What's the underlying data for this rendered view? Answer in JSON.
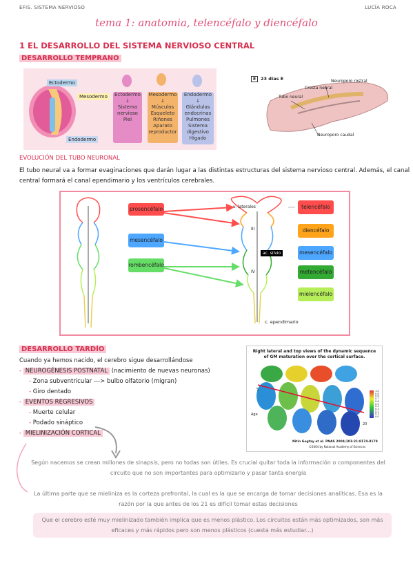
{
  "header": {
    "left": "EFIS. SISTEMA NERVIOSO",
    "right": "LUCÍA ROCA"
  },
  "title": "tema 1: anatomia, telencéfalo y diencéfalo",
  "section1": {
    "heading": "1 EL DESARROLLO DEL SISTEMA NERVIOSO CENTRAL",
    "subheading": "DESARROLLO TEMPRANO"
  },
  "embryo": {
    "labels": {
      "ectodermo": "Ectodermo",
      "mesodermo": "Mesodermo",
      "endodermo": "Endodermo"
    },
    "columns": [
      {
        "title": "Ectodermo",
        "arrow": "↓",
        "items": [
          "Sistema",
          "nervioso",
          "Piel"
        ],
        "color": "#e58bc5"
      },
      {
        "title": "Mesodermo",
        "arrow": "↓",
        "items": [
          "Músculos",
          "Esqueleto",
          "Riñones",
          "Aparato",
          "reproductor"
        ],
        "color": "#f4b36b"
      },
      {
        "title": "Endodermo",
        "arrow": "↓",
        "items": [
          "Glándulas",
          "endocrinas",
          "Pulmones",
          "Sistema",
          "digestivo",
          "Hígado"
        ],
        "color": "#b9c2e8"
      }
    ]
  },
  "tube_fig": {
    "label_e": "E",
    "days": "23 días E",
    "neuroporo_rostral": "Neuroporo rostral",
    "cresta_neural": "Cresta neural",
    "tubo_neural": "Tubo neural",
    "neuroporo_caudal": "Neuroporo caudal"
  },
  "evolution": {
    "heading": "EVOLUCIÓN DEL TUBO NEURONAL",
    "line1": "El tubo neural va a formar evaginaciones que darán lugar a las distintas estructuras del sistema nervioso central. Además, el canal",
    "line2": "central formará el canal ependimario y los ventrículos cerebrales."
  },
  "diagram": {
    "left_boxes": [
      {
        "label": "prosencéfalo",
        "color": "#ff4d4d"
      },
      {
        "label": "mesencéfalo",
        "color": "#4da6ff"
      },
      {
        "label": "rombencéfalo",
        "color": "#66dd66"
      }
    ],
    "right_boxes": [
      {
        "label": "telencéfalo",
        "color": "#ff4d4d"
      },
      {
        "label": "diencéfalo",
        "color": "#ffa31a"
      },
      {
        "label": "mesencéfalo",
        "color": "#4da6ff"
      },
      {
        "label": "metencéfalo",
        "color": "#33aa33"
      },
      {
        "label": "mielencéfalo",
        "color": "#b6ee5a"
      }
    ],
    "v_laterales": "v. laterales",
    "iii": "III",
    "iv": "IV",
    "acueducto": "ac. silvio",
    "ependimario": "c. ependimario"
  },
  "late": {
    "heading": "DESARROLLO TARDÍO",
    "intro": "Cuando ya hemos nacido, el cerebro sigue desarrollándose",
    "b1": "NEUROGÉNESIS POSTNATAL",
    "b1_rest": " (nacimiento de nuevas neuronas)",
    "b1a": "Zona subventricular ---> bulbo olfatorio (migran)",
    "b1b": "Giro dentado",
    "b2": "EVENTOS REGRESIVOS",
    "b2a": "Muerte celular",
    "b2b": "Podado sináptico",
    "b3": "MIELINIZACIÓN CORTICAL"
  },
  "brain_fig": {
    "caption": "Right lateral and top views of the dynamic sequence of GM maturation over the cortical surface.",
    "age_label": "Age",
    "years": [
      "5",
      "20"
    ],
    "scale": [
      "1.0",
      "0.9",
      "0.8",
      "0.7",
      "0.6",
      "0.5",
      "0.4",
      "0.3",
      "0.2",
      "0.1",
      "0.0"
    ],
    "citation": "Nitin Gogtay et al. PNAS 2004;101:21:8174-8179",
    "copyright": "©2004 by National Academy of Sciences"
  },
  "notes": {
    "n1_l1": "Según nacemos se crean millones de sinapsis, pero no todas son útiles. Es crucial quitar toda la información o componentes del",
    "n1_l2": "circuito que no son importantes para optimizarlo y pasar tanta energía",
    "n2_l1": "La última parte que se mieliniza es la corteza prefrontal, la cual es la que se encarga de tomar decisiones analíticas.  Esa es la",
    "n2_l2": "razón por la que antes de los 21 es difícil tomar estas decisiones",
    "n3_l1": "Que el cerebro esté muy mielinizado también implica que es menos plástico. Los circuitos están más optimizados, son más",
    "n3_l2": "eficaces y más rápidos pero son menos plásticos (cuesta más estudiar...)"
  }
}
